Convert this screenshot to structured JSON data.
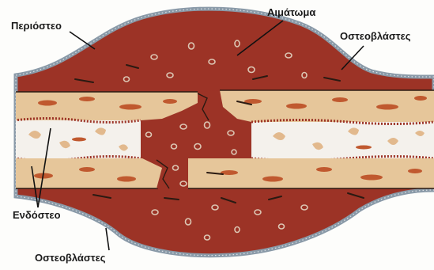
{
  "labels": {
    "periosteum": "Περιόστεο",
    "hematoma": "Αιμάτωμα",
    "osteoblasts_top": "Οστεοβλάστες",
    "endosteum": "Ενδόστεο",
    "osteoblasts_bottom": "Οστεοβλάστες"
  },
  "colors": {
    "background": "#fdfdfb",
    "hematoma": "#9c3326",
    "hematoma_dark": "#7e2418",
    "bone": "#e6c69a",
    "bone_spot": "#c0592f",
    "marrow": "#f4f1ec",
    "periosteum_border": "#8a9aa8",
    "cell_outline": "#dcc6b3"
  },
  "icons": [
    "blood-cell-icon",
    "osteoblast-dot-icon",
    "marrow-fat-icon"
  ]
}
